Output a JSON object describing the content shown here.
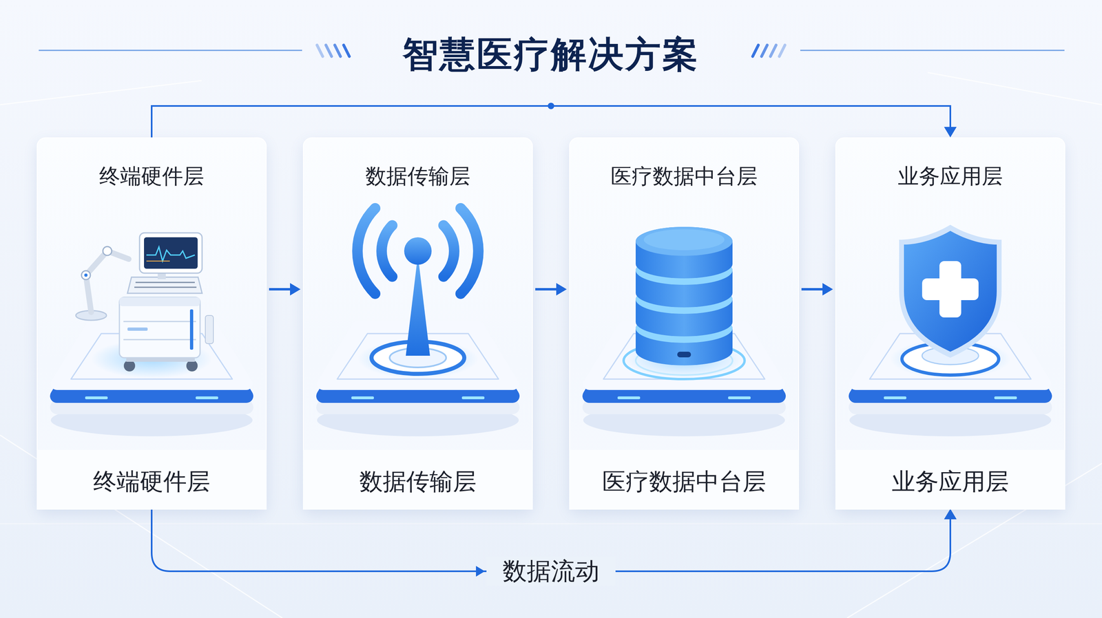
{
  "diagram": {
    "title": "智慧医疗解决方案",
    "nodes": [
      {
        "text": [
          "终端硬件层",
          "终端硬件层"
        ]
      },
      {
        "text": [
          "数据传输层",
          "数据传输层"
        ]
      },
      {
        "text": [
          "医疗数据中台层",
          "医疗数据中台层"
        ]
      },
      {
        "text": [
          "业务应用层",
          "业务应用层"
        ]
      }
    ],
    "edges": [
      {
        "from": 0,
        "to": 3,
        "arrow": "to"
      },
      {
        "from": 0,
        "to": 1,
        "arrow": "to"
      },
      {
        "from": 1,
        "to": 2,
        "arrow": "to"
      },
      {
        "from": 2,
        "to": 3,
        "arrow": "to"
      },
      {
        "from": 0,
        "to": 3,
        "label": "数据流动",
        "arrow": "to"
      }
    ]
  }
}
